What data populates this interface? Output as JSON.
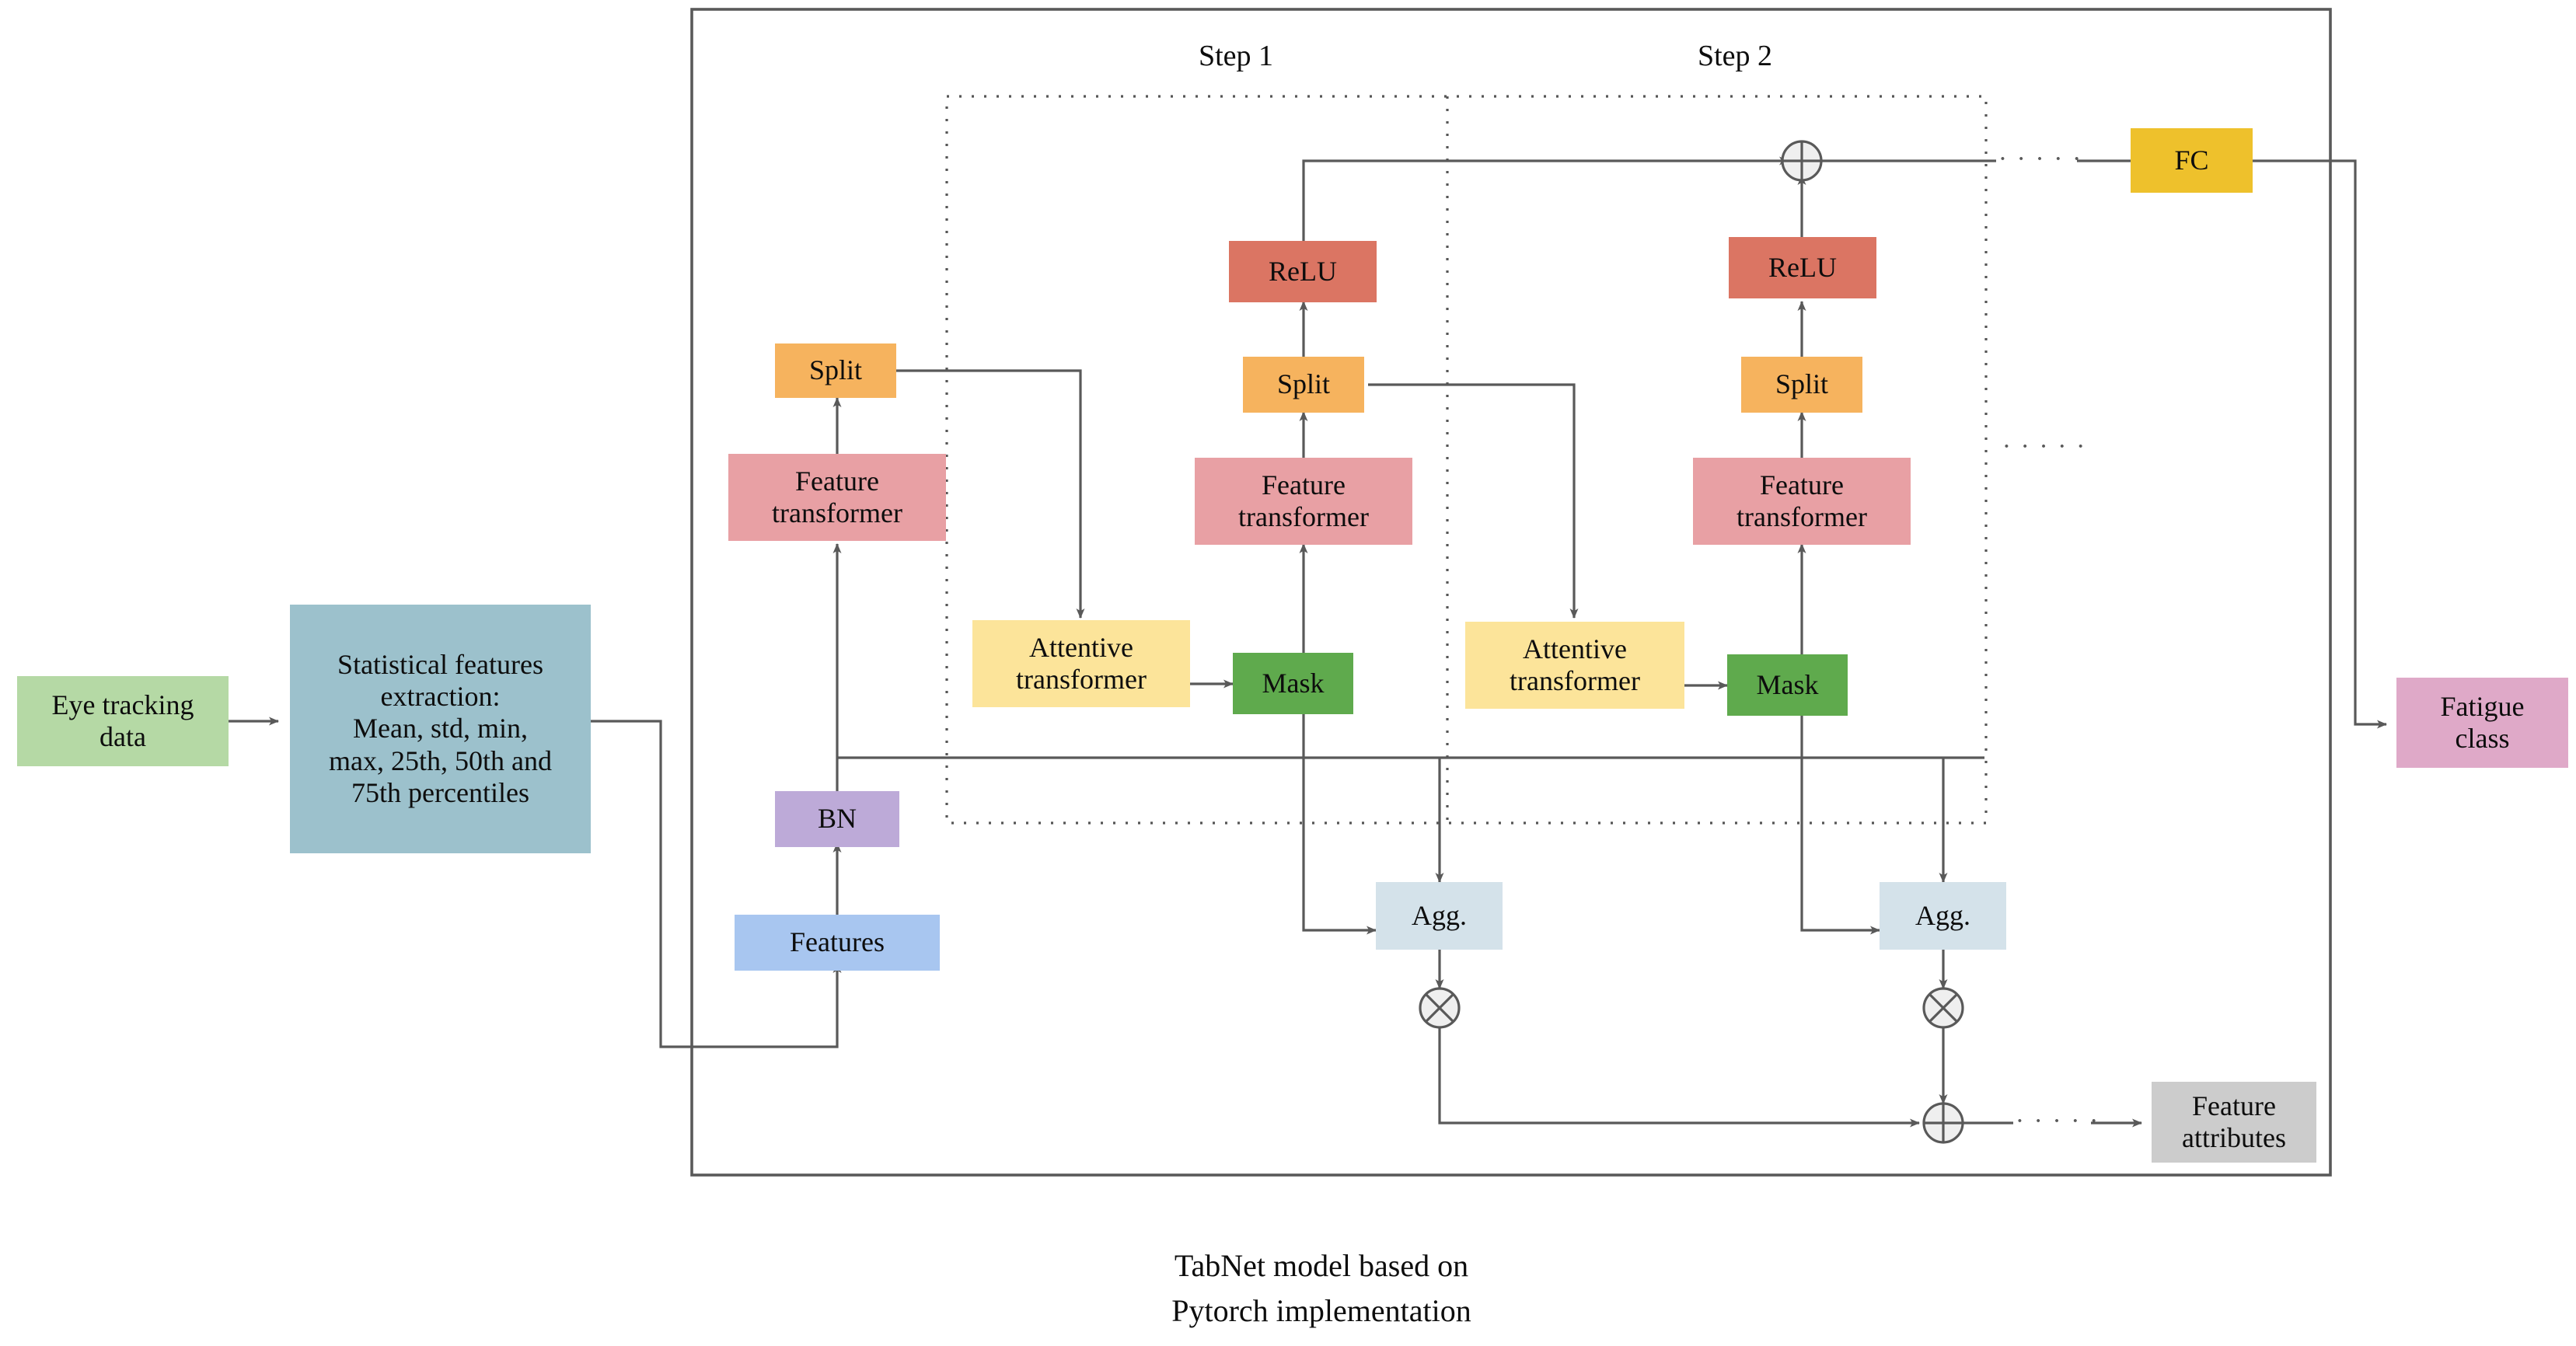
{
  "figure": {
    "caption_line1": "TabNet model based on",
    "caption_line2": "Pytorch implementation"
  },
  "step_labels": [
    {
      "id": "step-1",
      "text": "Step 1"
    },
    {
      "id": "step-2",
      "text": "Step 2"
    }
  ],
  "ellipsis": {
    "middle_steps": "· · · · ·",
    "top_to_fc": "· · · · ·",
    "bottom_to_attributes": "· · · · ·"
  },
  "nodes": {
    "eye_tracking": {
      "label": "Eye tracking\ndata",
      "color": "#b5d9a5"
    },
    "stat_features": {
      "label": "Statistical features\nextraction:\nMean, std, min,\nmax, 25th, 50th and\n75th percentiles",
      "color": "#9cc1cc"
    },
    "features": {
      "label": "Features",
      "color": "#a8c6f0"
    },
    "bn": {
      "label": "BN",
      "color": "#bdaad8"
    },
    "feature_transformer_0": {
      "label": "Feature\ntransformer",
      "color": "#e8a0a4"
    },
    "split_0": {
      "label": "Split",
      "color": "#f6b35e"
    },
    "attentive_transformer_1": {
      "label": "Attentive\ntransformer",
      "color": "#fce49a"
    },
    "mask_1": {
      "label": "Mask",
      "color": "#5faa4d"
    },
    "feature_transformer_1": {
      "label": "Feature\ntransformer",
      "color": "#e8a0a4"
    },
    "split_1": {
      "label": "Split",
      "color": "#f6b35e"
    },
    "relu_1": {
      "label": "ReLU",
      "color": "#db7563"
    },
    "agg_1": {
      "label": "Agg.",
      "color": "#d4e2ea"
    },
    "attentive_transformer_2": {
      "label": "Attentive\ntransformer",
      "color": "#fce49a"
    },
    "mask_2": {
      "label": "Mask",
      "color": "#5faa4d"
    },
    "feature_transformer_2": {
      "label": "Feature\ntransformer",
      "color": "#e8a0a4"
    },
    "split_2": {
      "label": "Split",
      "color": "#f6b35e"
    },
    "relu_2": {
      "label": "ReLU",
      "color": "#db7563"
    },
    "agg_2": {
      "label": "Agg.",
      "color": "#d4e2ea"
    },
    "fc": {
      "label": "FC",
      "color": "#eec12c"
    },
    "fatigue_class": {
      "label": "Fatigue\nclass",
      "color": "#dfa9c8"
    },
    "feature_attributes": {
      "label": "Feature\nattributes",
      "color": "#cccccc"
    }
  },
  "operators": {
    "sum_top": "⊕",
    "sum_bottom": "⊕",
    "mul_step1": "⊗",
    "mul_step2": "⊗"
  },
  "colors": {
    "wire": "#595959",
    "outer_border": "#595959",
    "dotted_border": "#555555",
    "operator_fill": "#efefef",
    "text": "#0d0d0d"
  }
}
